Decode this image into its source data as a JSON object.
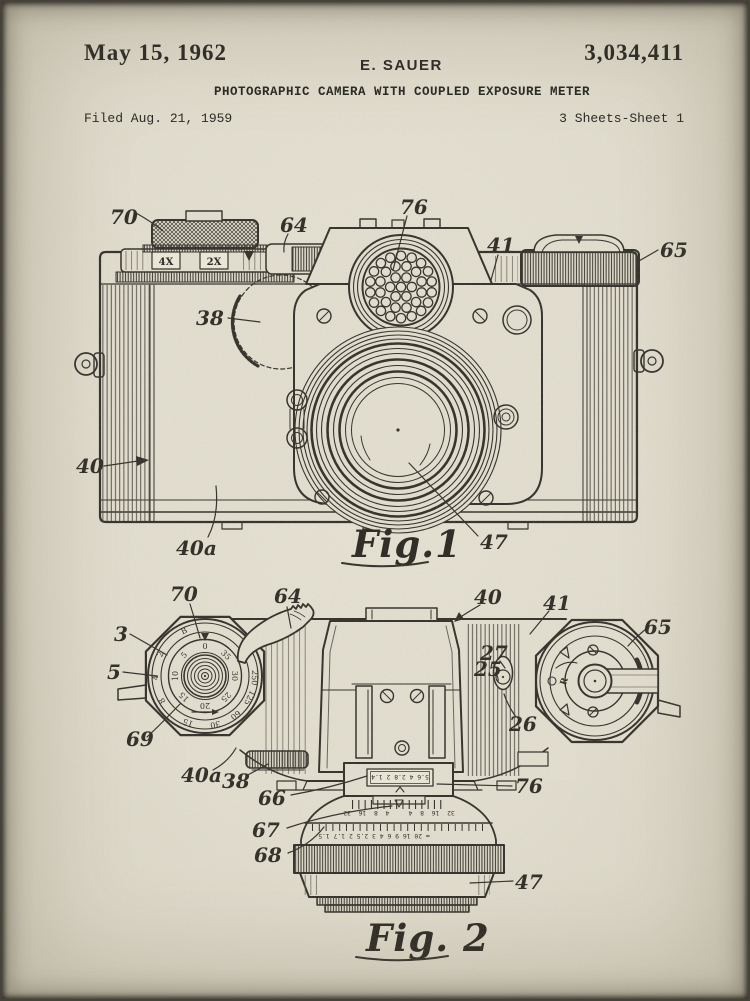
{
  "page": {
    "date": "May 15, 1962",
    "inventor": "E. SAUER",
    "patent_number": "3,034,411",
    "title": "PHOTOGRAPHIC CAMERA WITH COUPLED EXPOSURE METER",
    "filed": "Filed Aug. 21, 1959",
    "sheet": "3 Sheets-Sheet 1"
  },
  "fig1": {
    "caption": "Fig.1",
    "labels": {
      "70": "70",
      "64": "64",
      "76": "76",
      "41": "41",
      "65": "65",
      "38": "38",
      "40": "40",
      "40a": "40a",
      "47": "47"
    },
    "speed_window": {
      "left": "4X",
      "right": "2X"
    }
  },
  "fig2": {
    "caption": "Fig. 2",
    "labels": {
      "70": "70",
      "64": "64",
      "40": "40",
      "41": "41",
      "65": "65",
      "3": "3",
      "5": "5",
      "69": "69",
      "27": "27",
      "25": "25",
      "26": "26",
      "40a": "40a",
      "38": "38",
      "66": "66",
      "67": "67",
      "68": "68",
      "76": "76",
      "47": "47"
    },
    "counter_ring": [
      "0",
      "35",
      "30",
      "25",
      "20",
      "15",
      "10",
      "5"
    ],
    "shutter_ring": [
      "250",
      "125",
      "60",
      "30",
      "15",
      "8",
      "4",
      "2",
      "B"
    ],
    "rewind_letter": "R",
    "meter_window": "5.6 4 2.8 2 1.4",
    "aperture_scale": "32  16  8  4     4  8  16  32",
    "distance_scale": "∞ 20 16 9 6 4 3 2.5 2 1.7 1.5"
  }
}
